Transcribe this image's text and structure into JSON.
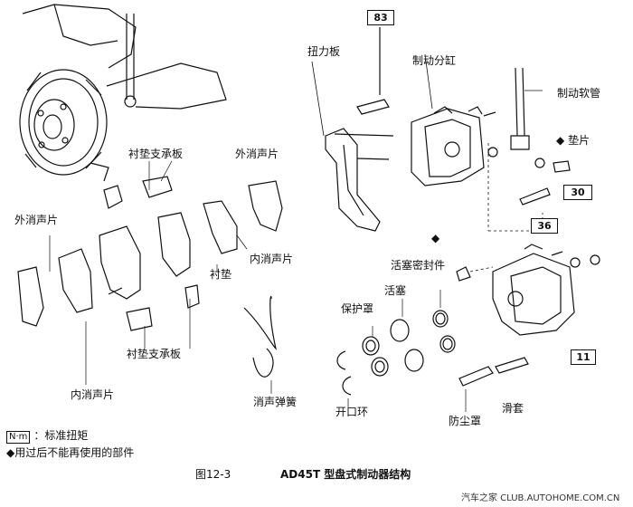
{
  "parts": {
    "torque_plate": "扭力板",
    "caliper": "制动分缸",
    "brake_hose": "制动软管",
    "gasket": "垫片",
    "pad_support_top": "衬垫支承板",
    "outer_shim_right": "外消声片",
    "outer_shim_left": "外消声片",
    "inner_shim_right": "内消声片",
    "inner_shim_left": "内消声片",
    "pad": "衬垫",
    "pad_support_bottom": "衬垫支承板",
    "anti_squeal_spring": "消声弹簧",
    "piston_seal": "活塞密封件",
    "piston": "活塞",
    "boot": "保护罩",
    "ring": "开口环",
    "dust_boot": "防尘罩",
    "slide": "滑套"
  },
  "torques": {
    "t83": "83",
    "t30": "30",
    "t36": "36",
    "t11": "11"
  },
  "legend": {
    "nm_symbol": "N·m",
    "torque_label": "：标准扭矩",
    "nonreusable_marker": "◆",
    "nonreusable_label": "用过后不能再使用的部件"
  },
  "caption": {
    "figure_no": "图12-3",
    "title": "AD45T 型盘式制动器结构"
  },
  "watermark": "汽车之家 CLUB.AUTOHOME.COM.CN"
}
